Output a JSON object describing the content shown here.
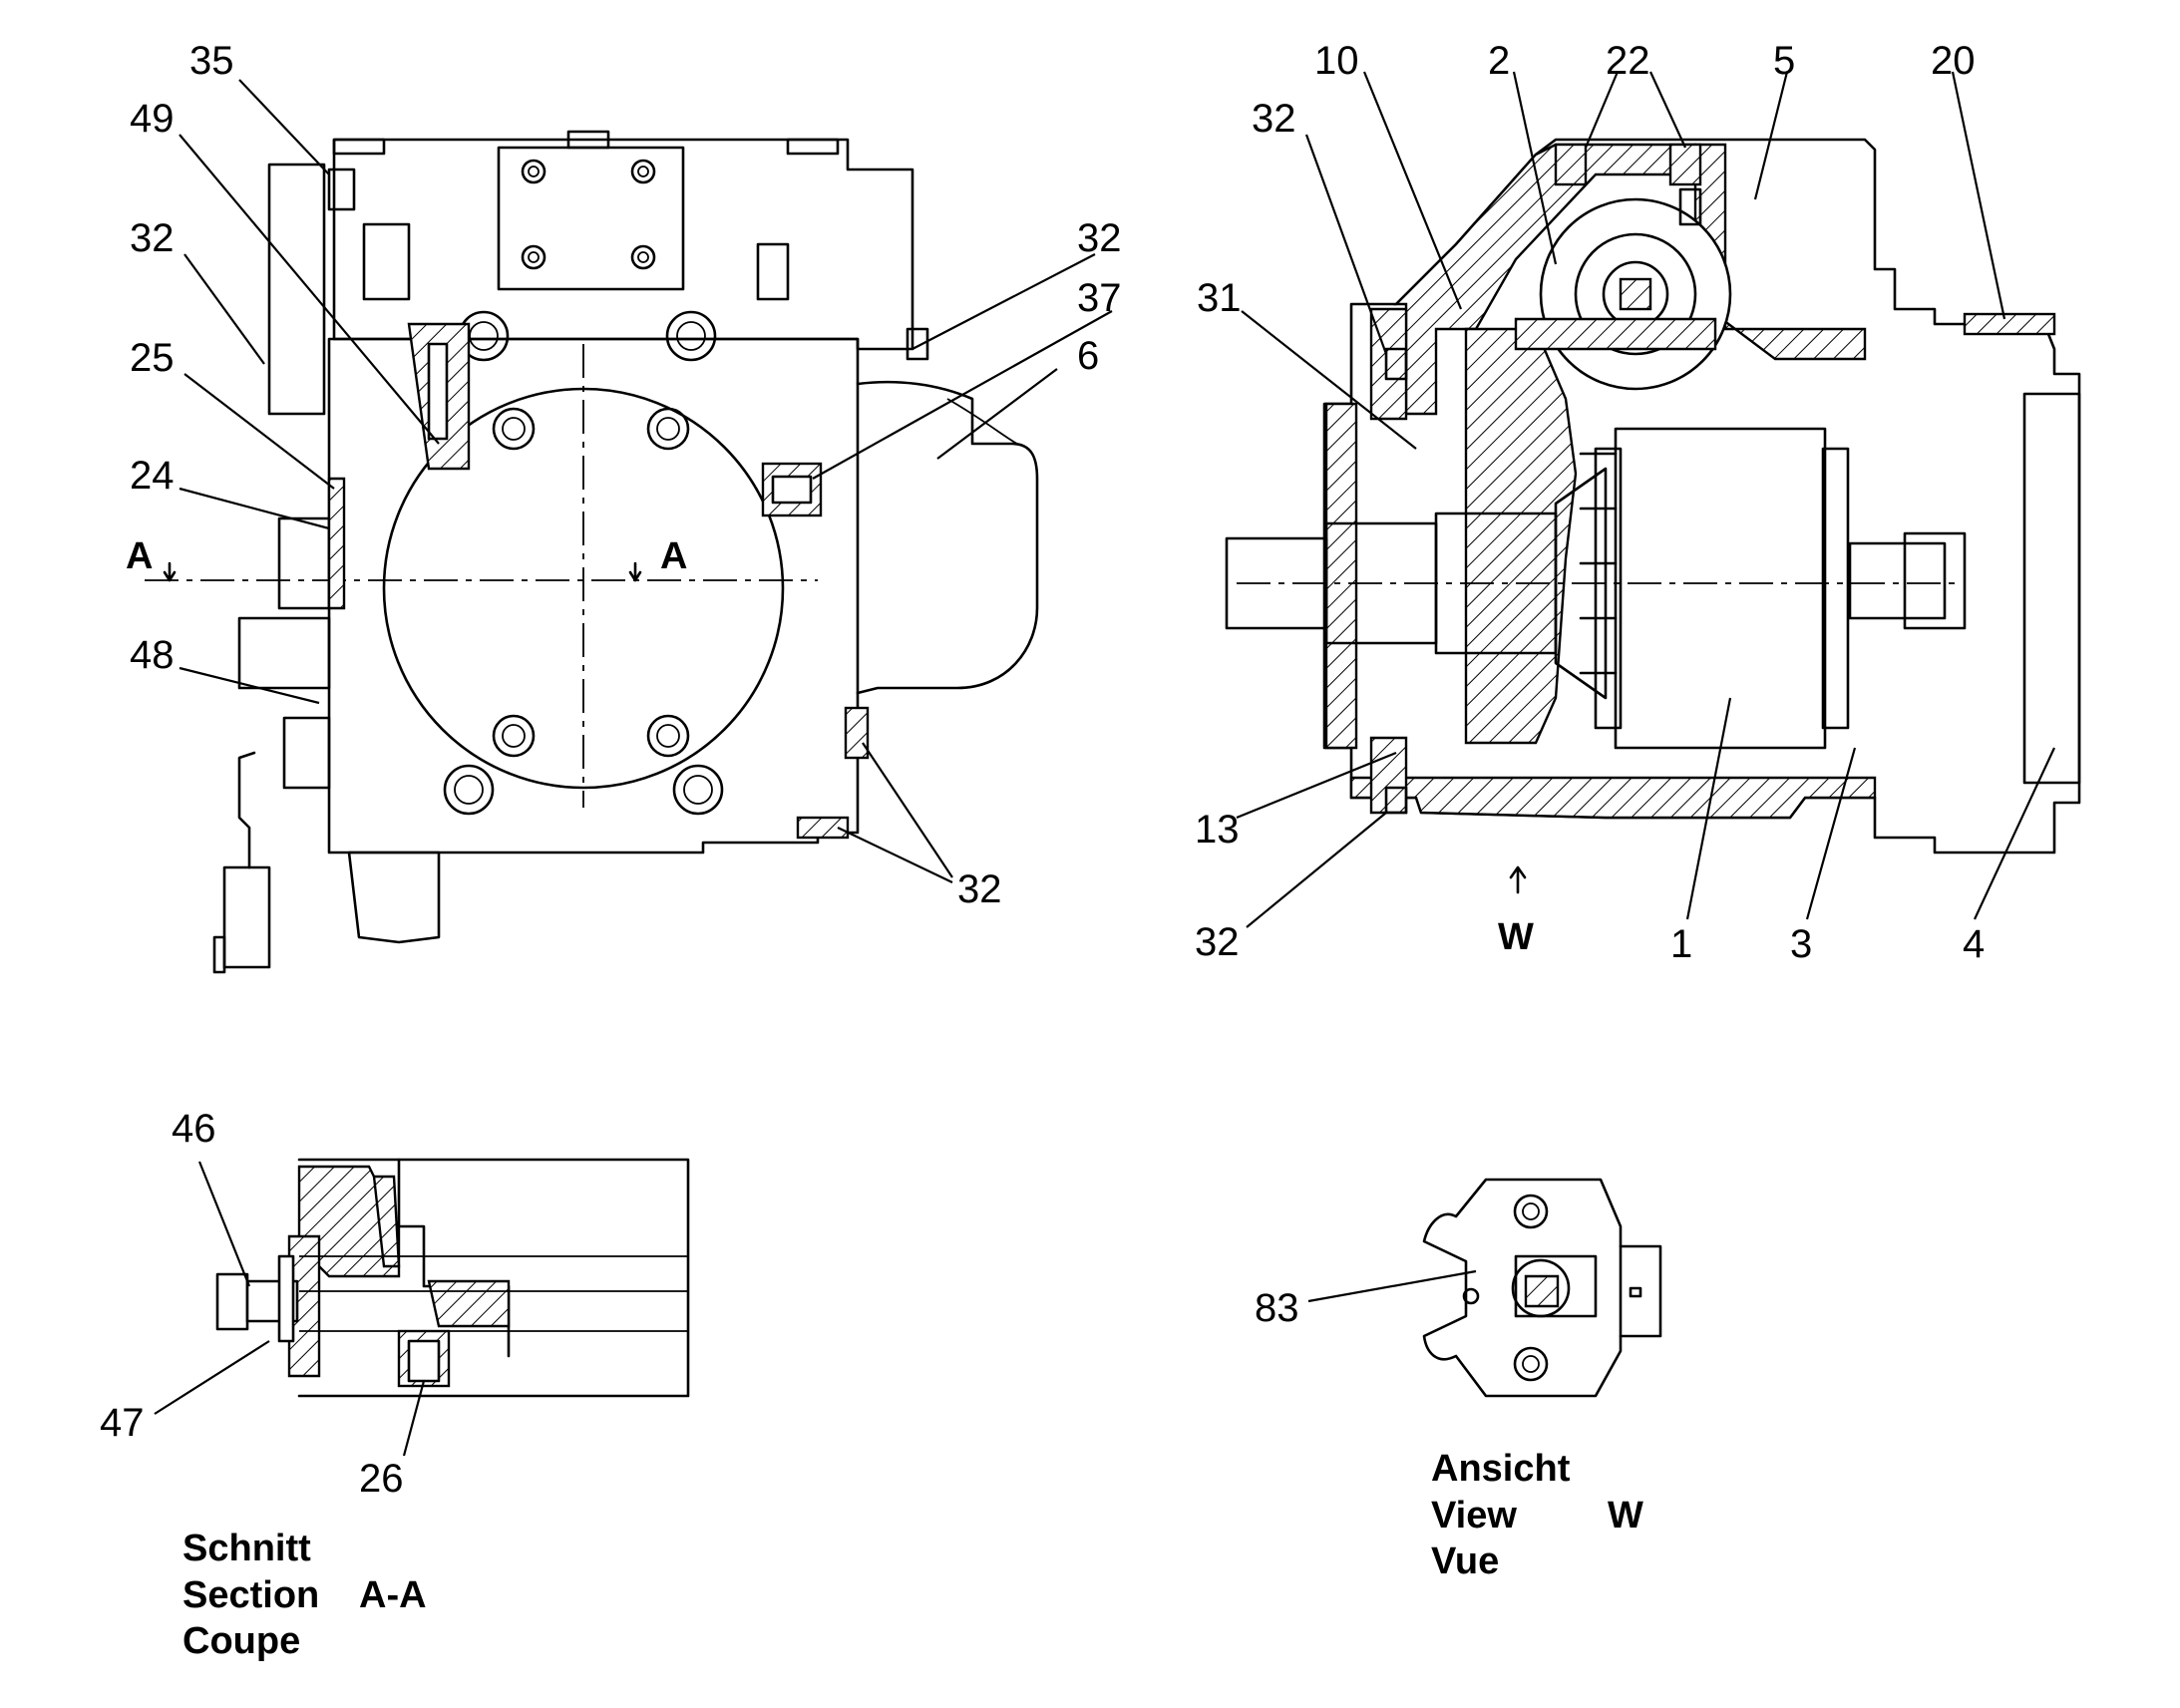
{
  "callouts": {
    "front": [
      "35",
      "49",
      "32",
      "25",
      "24",
      "48",
      "32",
      "37",
      "6",
      "32"
    ],
    "side": [
      "10",
      "2",
      "22",
      "5",
      "20",
      "32",
      "31",
      "13",
      "32",
      "1",
      "3",
      "4"
    ],
    "section": [
      "46",
      "47",
      "26"
    ],
    "view": [
      "83"
    ]
  },
  "section_marks": {
    "left": "A",
    "right": "A"
  },
  "view_arrow_label": "W",
  "section_caption": {
    "line1": "Schnitt",
    "line2": "Section",
    "line3": "Coupe",
    "tag": "A-A"
  },
  "view_caption": {
    "line1": "Ansicht",
    "line2": "View",
    "line3": "Vue",
    "tag": "W"
  }
}
